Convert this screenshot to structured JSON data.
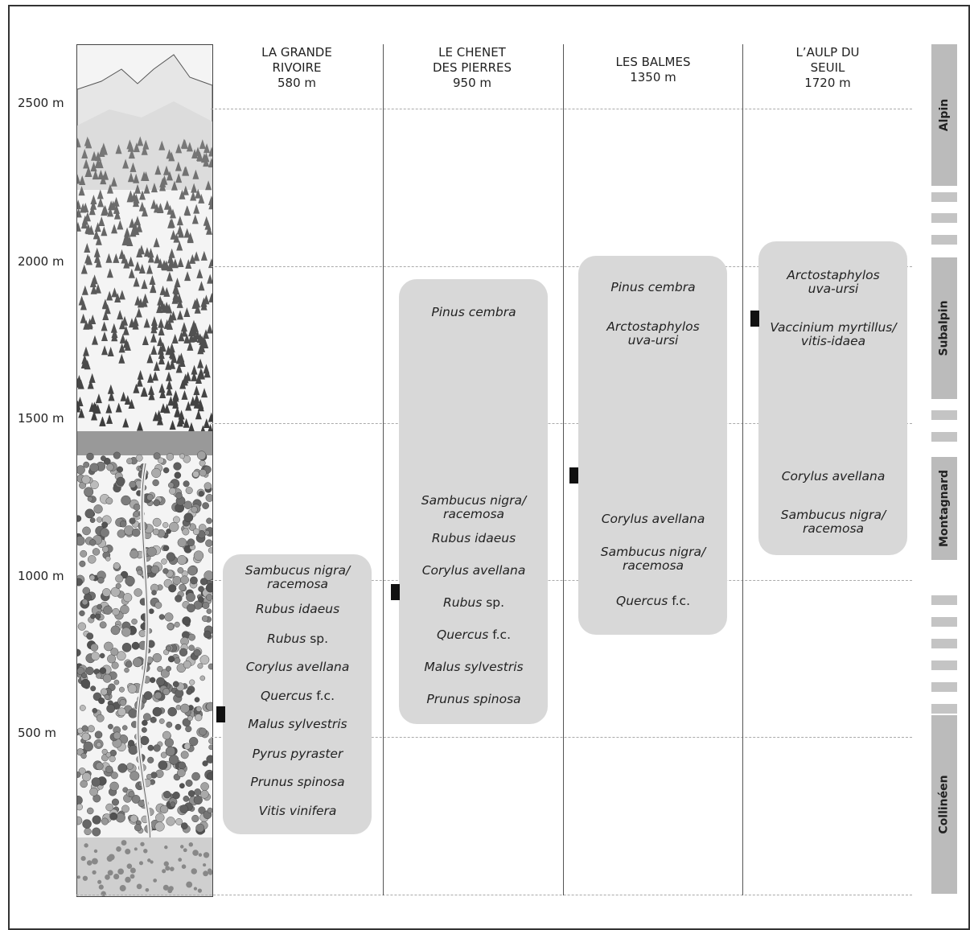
{
  "altitude_labels": [
    "2500 m",
    "2000 m",
    "1500 m",
    "1000 m",
    "500 m"
  ],
  "columns": [
    {
      "header": [
        "LA GRANDE",
        "RIVOIRE",
        "580 m"
      ],
      "species": [
        {
          "italic": "Sambucus nigra/",
          "italic2": "racemosa",
          "plain": ""
        },
        {
          "italic": "Rubus idaeus",
          "plain": ""
        },
        {
          "italic": "Rubus",
          "plain": " sp."
        },
        {
          "italic": "Corylus avellana",
          "plain": ""
        },
        {
          "italic": "Quercus",
          "plain": " f.c."
        },
        {
          "italic": "Malus sylvestris",
          "plain": ""
        },
        {
          "italic": "Pyrus pyraster",
          "plain": ""
        },
        {
          "italic": "Prunus spinosa",
          "plain": ""
        },
        {
          "italic": "Vitis vinifera",
          "plain": ""
        }
      ]
    },
    {
      "header": [
        "LE CHENET",
        "DES PIERRES",
        "950 m"
      ],
      "species": [
        {
          "italic": "Pinus cembra",
          "plain": ""
        },
        {
          "italic": "Sambucus nigra/",
          "italic2": "racemosa",
          "plain": ""
        },
        {
          "italic": "Rubus idaeus",
          "plain": ""
        },
        {
          "italic": "Corylus avellana",
          "plain": ""
        },
        {
          "italic": "Rubus",
          "plain": " sp."
        },
        {
          "italic": "Quercus",
          "plain": " f.c."
        },
        {
          "italic": "Malus sylvestris",
          "plain": ""
        },
        {
          "italic": "Prunus spinosa",
          "plain": ""
        }
      ]
    },
    {
      "header": [
        "LES BALMES",
        "1350 m"
      ],
      "species": [
        {
          "italic": "Pinus cembra",
          "plain": ""
        },
        {
          "italic": "Arctostaphylos",
          "italic2": "uva-ursi",
          "plain": ""
        },
        {
          "italic": "Corylus avellana",
          "plain": ""
        },
        {
          "italic": "Sambucus nigra/",
          "italic2": "racemosa",
          "plain": ""
        },
        {
          "italic": "Quercus",
          "plain": " f.c."
        }
      ]
    },
    {
      "header": [
        "L’AULP DU",
        "SEUIL",
        "1720 m"
      ],
      "species": [
        {
          "italic": "Arctostaphylos",
          "italic2": "uva-ursi",
          "plain": ""
        },
        {
          "italic": "Vaccinium myrtillus/",
          "italic2": "vitis-idaea",
          "plain": ""
        },
        {
          "italic": "Corylus avellana",
          "plain": ""
        },
        {
          "italic": "Sambucus nigra/",
          "italic2": "racemosa",
          "plain": ""
        }
      ]
    }
  ],
  "zones": [
    "Alpin",
    "Subalpin",
    "Montagnard",
    "Collinéen"
  ],
  "colors": {
    "box": "#d8d8d8",
    "zone": "#bbbbbb",
    "marker": "#111111",
    "dash": "#aaaaaa"
  }
}
